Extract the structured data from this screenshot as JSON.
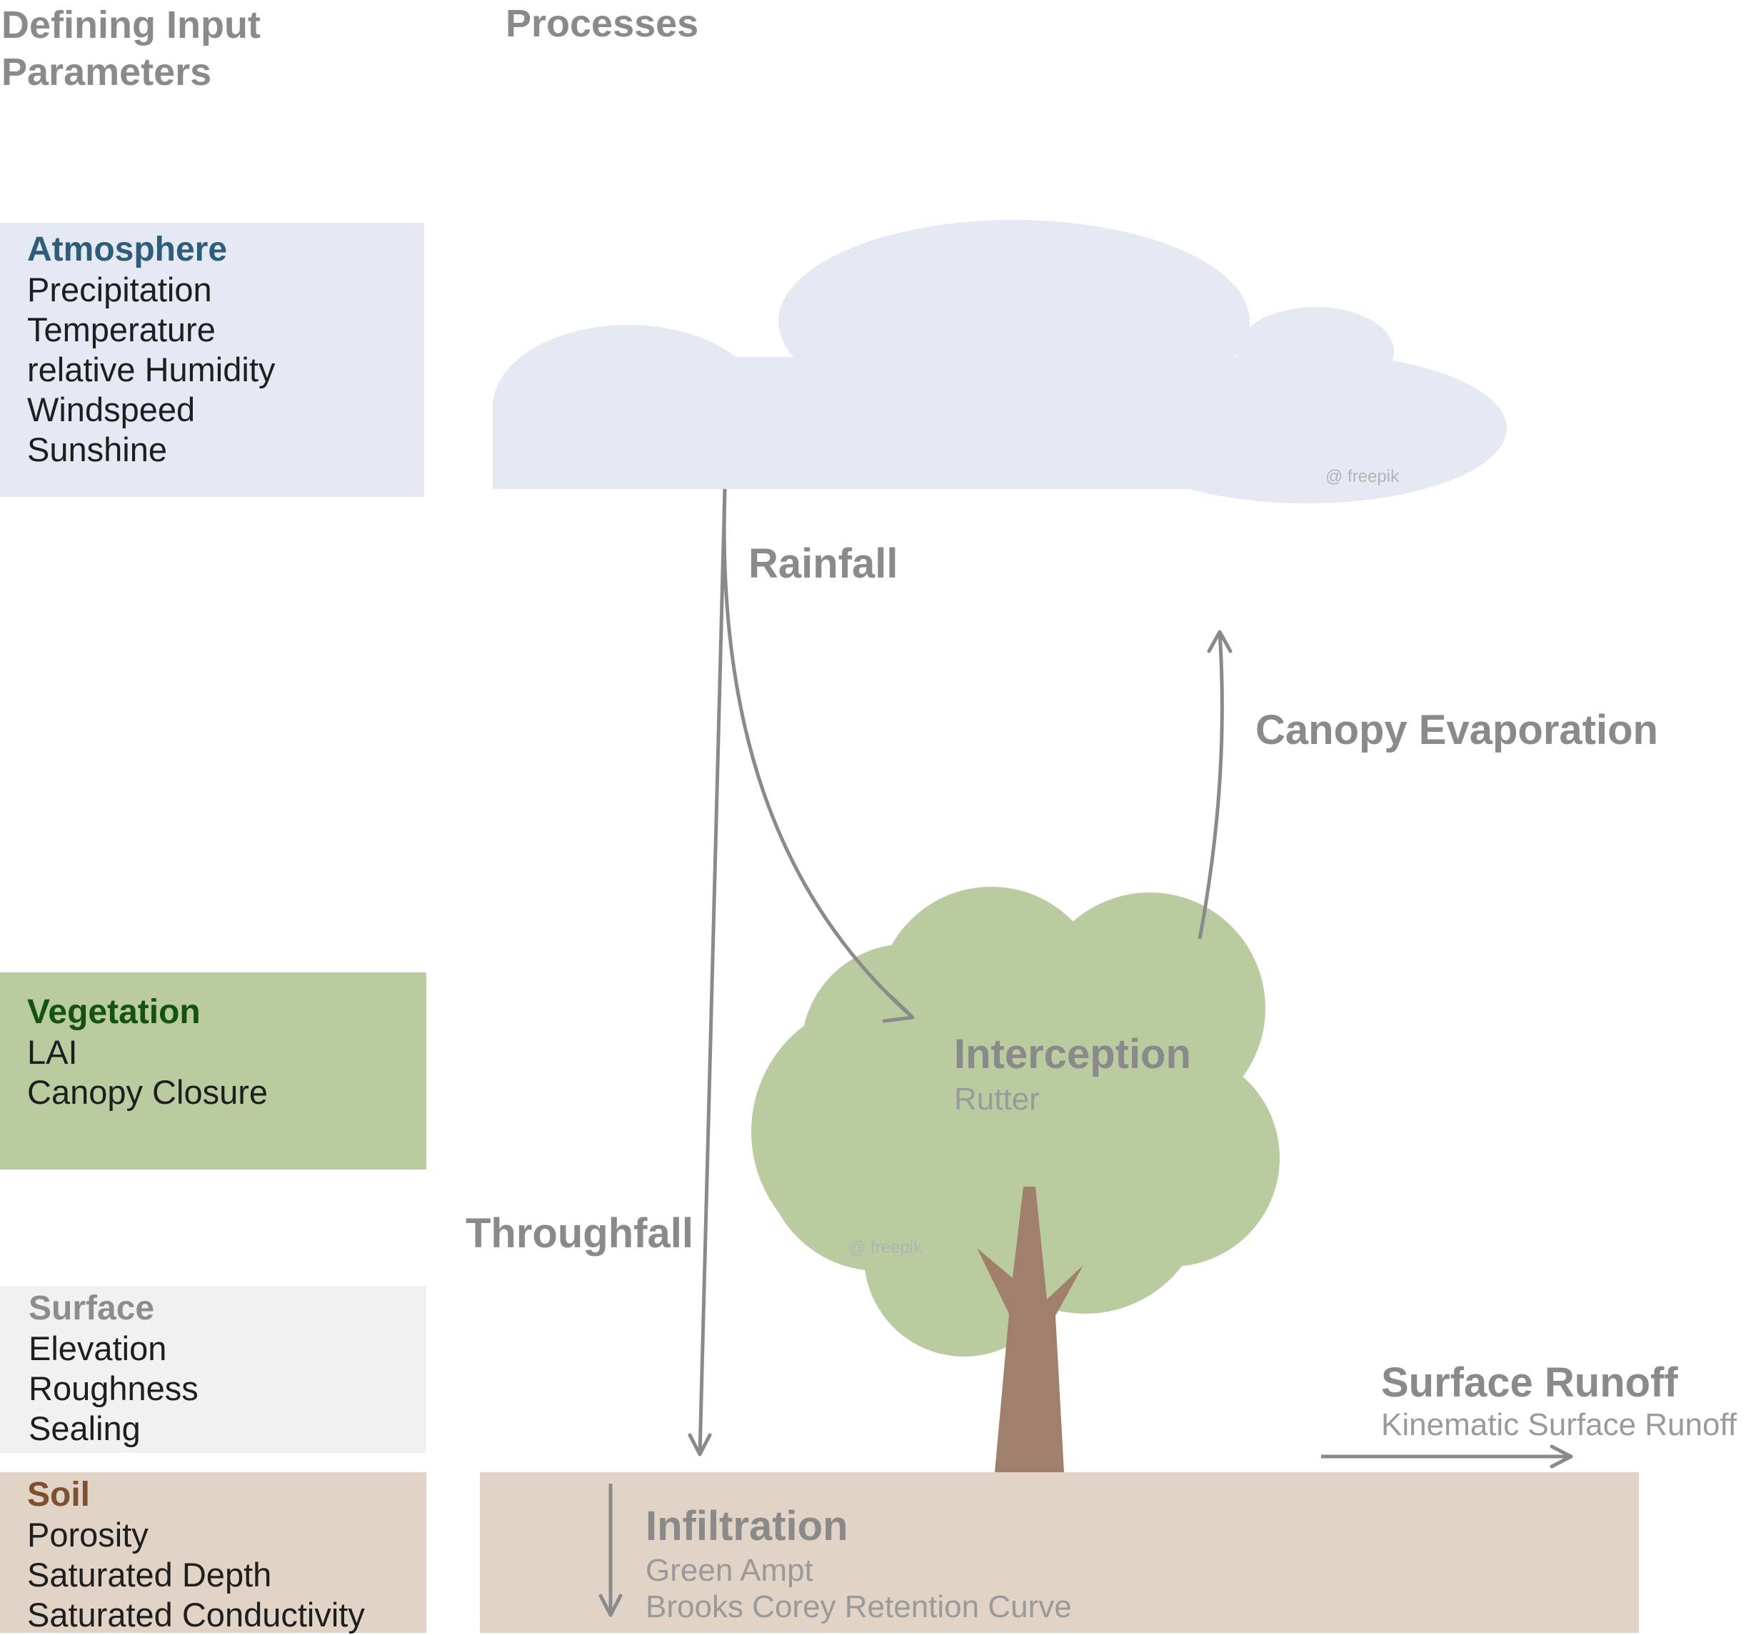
{
  "headers": {
    "left": "Defining Input Parameters",
    "right": "Processes"
  },
  "panels": {
    "atmosphere": {
      "title": "Atmosphere",
      "items": [
        "Precipitation",
        "Temperature",
        "relative Humidity",
        "Windspeed",
        "Sunshine"
      ],
      "bg": "#e4e9f3",
      "title_color": "#2e5d7a"
    },
    "vegetation": {
      "title": "Vegetation",
      "items": [
        "LAI",
        "Canopy Closure"
      ],
      "bg": "#bacba0",
      "title_color": "#145214"
    },
    "surface": {
      "title": "Surface",
      "items": [
        "Elevation",
        "Roughness",
        "Sealing"
      ],
      "bg": "#f1f1f1",
      "title_color": "#8a8f8d"
    },
    "soil": {
      "title": "Soil",
      "items": [
        "Porosity",
        "Saturated Depth",
        "Saturated Conductivity"
      ],
      "bg": "#e1d3c5",
      "title_color": "#7d5030"
    }
  },
  "processes": {
    "rainfall": "Rainfall",
    "canopy_evaporation": "Canopy Evaporation",
    "interception": {
      "title": "Interception",
      "method": "Rutter"
    },
    "throughfall": "Throughfall",
    "surface_runoff": {
      "title": "Surface Runoff",
      "method": "Kinematic Surface Runoff"
    },
    "infiltration": {
      "title": "Infiltration",
      "methods": [
        "Green Ampt",
        "Brooks Corey Retention Curve"
      ]
    }
  },
  "credits": {
    "cloud": "@ freepik",
    "tree": "@ freepik"
  },
  "colors": {
    "cloud": "#e4e9f3",
    "canopy": "#bacba0",
    "trunk": "#a07f6d",
    "ground": "#e1d3c5",
    "arrow": "#8a8a8a",
    "header_text": "#8a8a8a"
  }
}
